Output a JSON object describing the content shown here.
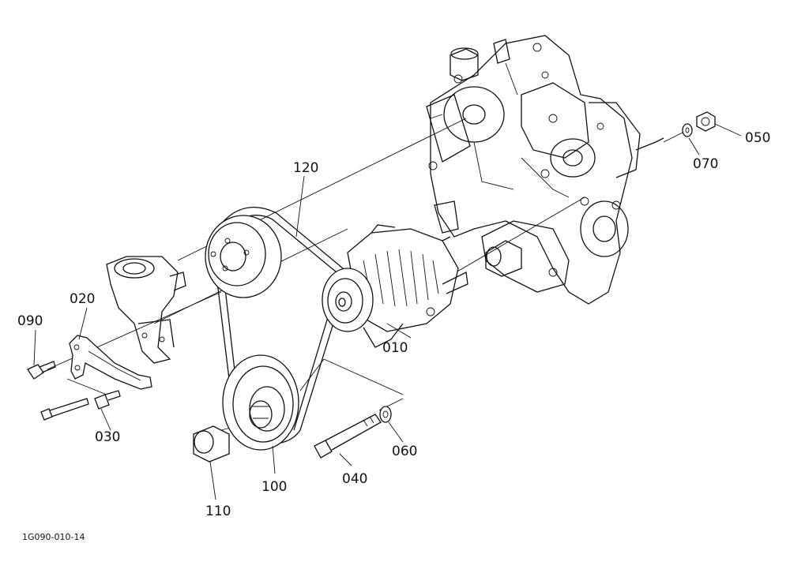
{
  "diagram": {
    "drawing_code": "1G090-010-14",
    "parts": [
      {
        "id": "p010",
        "label": "010"
      },
      {
        "id": "p020",
        "label": "020"
      },
      {
        "id": "p030",
        "label": "030"
      },
      {
        "id": "p040",
        "label": "040"
      },
      {
        "id": "p050",
        "label": "050"
      },
      {
        "id": "p060",
        "label": "060"
      },
      {
        "id": "p070",
        "label": "070"
      },
      {
        "id": "p090",
        "label": "090"
      },
      {
        "id": "p100",
        "label": "100"
      },
      {
        "id": "p110",
        "label": "110"
      },
      {
        "id": "p120",
        "label": "120"
      }
    ]
  }
}
